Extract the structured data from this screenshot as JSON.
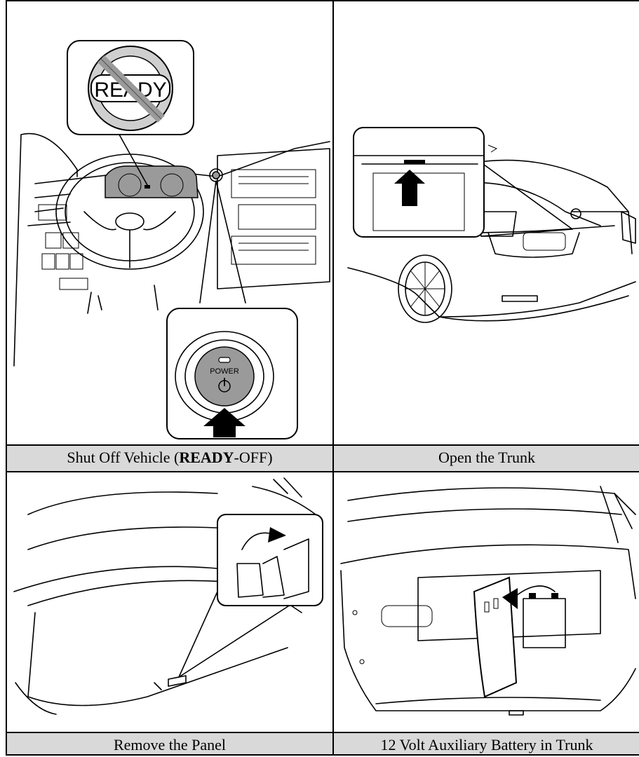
{
  "panels": [
    {
      "caption_prefix": "Shut Off Vehicle (",
      "caption_bold": "READY",
      "caption_suffix": "-OFF)",
      "callout_text": "READY",
      "button_text": "POWER"
    },
    {
      "caption": "Open the Trunk"
    },
    {
      "caption": "Remove the Panel"
    },
    {
      "caption": "12 Volt Auxiliary Battery in Trunk"
    }
  ]
}
